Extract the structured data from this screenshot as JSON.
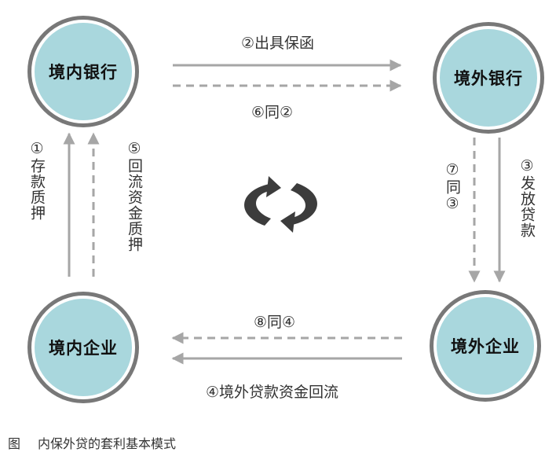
{
  "nodes": {
    "domestic_bank": "境内银行",
    "overseas_bank": "境外银行",
    "domestic_enterprise": "境内企业",
    "overseas_enterprise": "境外企业"
  },
  "flows": {
    "step1": "①存款质押",
    "step2": "②出具保函",
    "step3": "③发放贷款",
    "step4": "④境外贷款资金回流",
    "step5": "⑤回流资金质押",
    "step6": "⑥同②",
    "step7": "⑦同③",
    "step8": "⑧同④"
  },
  "caption": {
    "prefix": "图",
    "text": "内保外贷的套利基本模式"
  },
  "colors": {
    "circle_fill": "#a9d7dd",
    "circle_ring": "#787878",
    "arrow": "#a6a6a6",
    "cycle_arrows": "#3c3c3c"
  }
}
